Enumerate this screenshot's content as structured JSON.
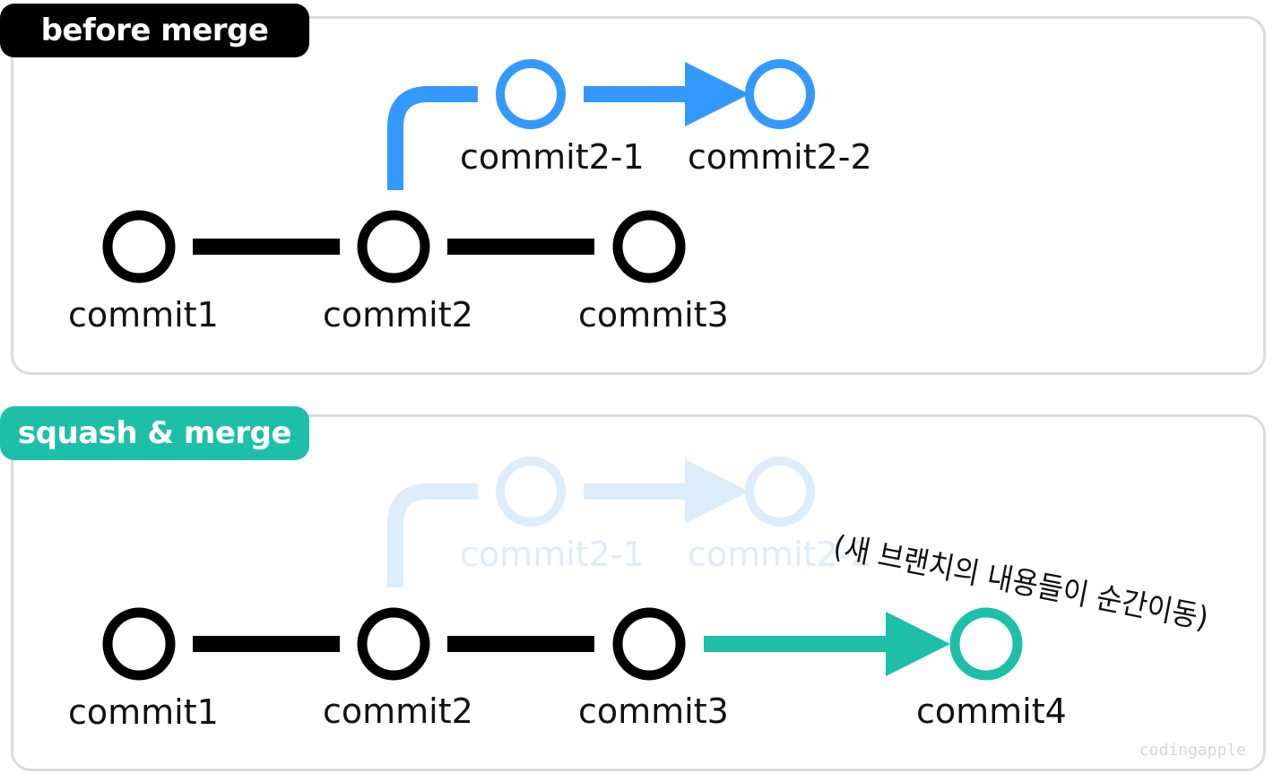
{
  "sections": {
    "before": {
      "tag": "before merge",
      "tag_color": "#000000"
    },
    "squash": {
      "tag": "squash & merge",
      "tag_color": "#1dbfa9"
    }
  },
  "commits": {
    "c1": "commit1",
    "c2": "commit2",
    "c3": "commit3",
    "c21": "commit2-1",
    "c22": "commit2-2",
    "c4": "commit4"
  },
  "note": "(새 브랜치의 내용들이 순간이동)",
  "watermark": "codingapple",
  "colors": {
    "main": "#000000",
    "branch": "#3399ff",
    "branch_faded": "#deedfb",
    "squash": "#1dbfa9",
    "panel_border": "#dcdcdc"
  }
}
